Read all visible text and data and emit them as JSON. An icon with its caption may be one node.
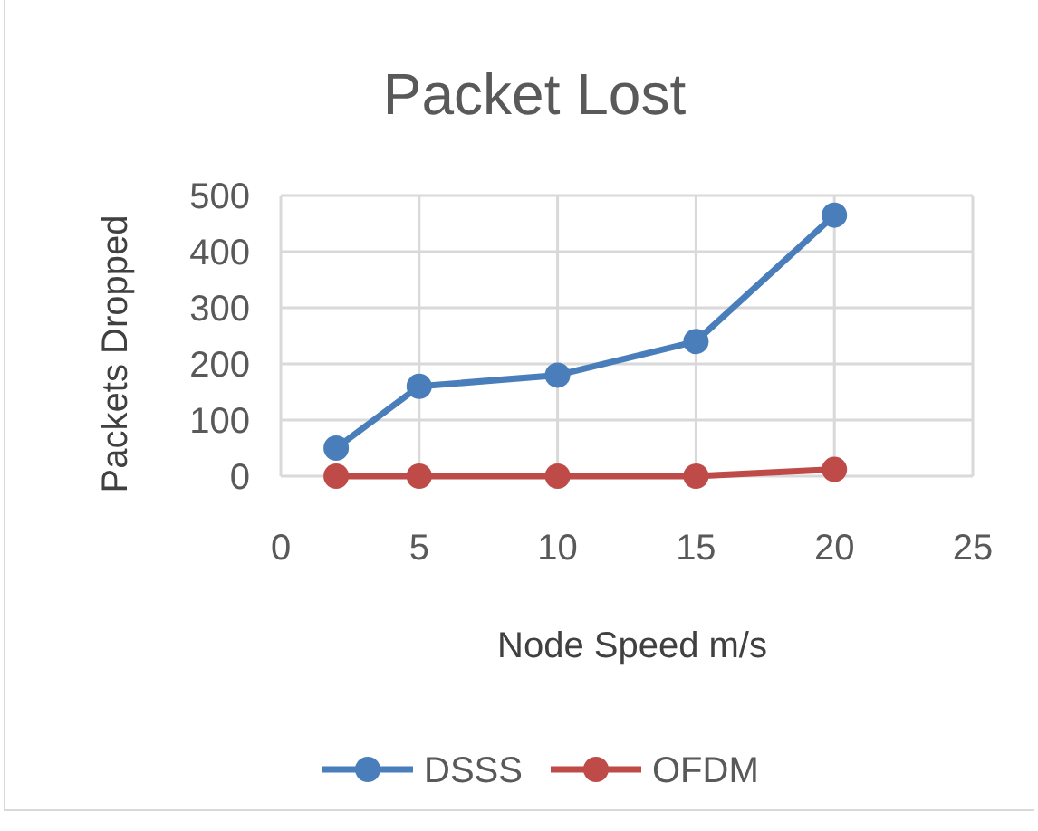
{
  "diagram": {
    "chart_data": {
      "type": "line",
      "title": "Packet Lost",
      "xlabel": "Node Speed m/s",
      "ylabel": "Packets Dropped",
      "x": [
        2,
        5,
        10,
        15,
        20
      ],
      "series": [
        {
          "name": "DSSS",
          "color": "#4a7ebb",
          "marker": "circle",
          "values": [
            50,
            160,
            180,
            240,
            465
          ]
        },
        {
          "name": "OFDM",
          "color": "#be4b48",
          "marker": "circle",
          "values": [
            0,
            0,
            0,
            0,
            12
          ]
        }
      ],
      "xlim": [
        0,
        25
      ],
      "ylim": [
        0,
        500
      ],
      "xticks": [
        0,
        5,
        10,
        15,
        20,
        25
      ],
      "yticks": [
        0,
        100,
        200,
        300,
        400,
        500
      ],
      "grid": true,
      "legend": true
    }
  }
}
